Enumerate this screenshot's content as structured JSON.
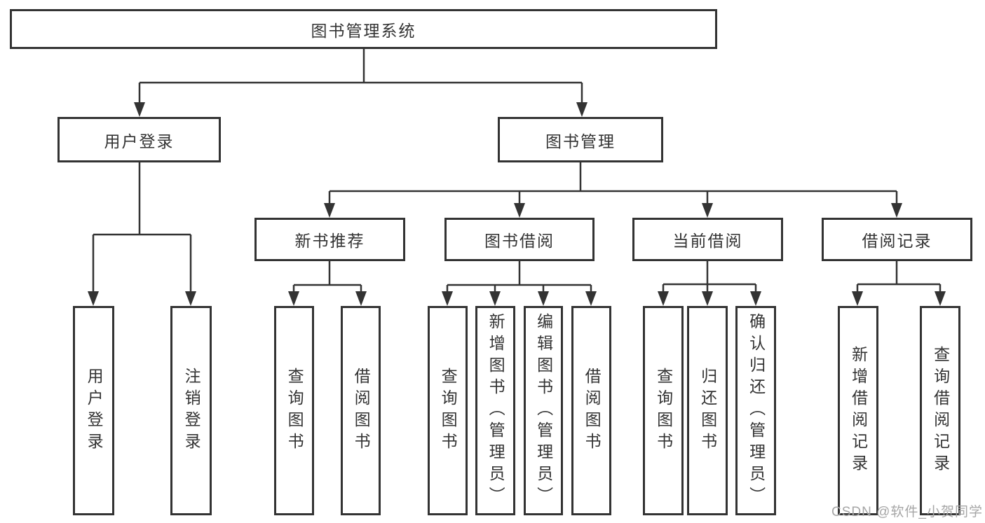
{
  "tree": {
    "label": "图书管理系统",
    "children": [
      {
        "label": "用户登录",
        "children": [
          {
            "label": "用户登录"
          },
          {
            "label": "注销登录"
          }
        ]
      },
      {
        "label": "图书管理",
        "children": [
          {
            "label": "新书推荐",
            "children": [
              {
                "label": "查询图书"
              },
              {
                "label": "借阅图书"
              }
            ]
          },
          {
            "label": "图书借阅",
            "children": [
              {
                "label": "查询图书"
              },
              {
                "label": "新增图书（管理员）"
              },
              {
                "label": "编辑图书（管理员）"
              },
              {
                "label": "借阅图书"
              }
            ]
          },
          {
            "label": "当前借阅",
            "children": [
              {
                "label": "查询图书"
              },
              {
                "label": "归还图书"
              },
              {
                "label": "确认归还（管理员）"
              }
            ]
          },
          {
            "label": "借阅记录",
            "children": [
              {
                "label": "新增借阅记录"
              },
              {
                "label": "查询借阅记录"
              }
            ]
          }
        ]
      }
    ]
  },
  "watermark": "CSDN @软件_小贺同学",
  "colors": {
    "border": "#333333",
    "line": "#333333",
    "text": "#333333",
    "watermark": "#a6a6a6",
    "background": "#ffffff"
  }
}
